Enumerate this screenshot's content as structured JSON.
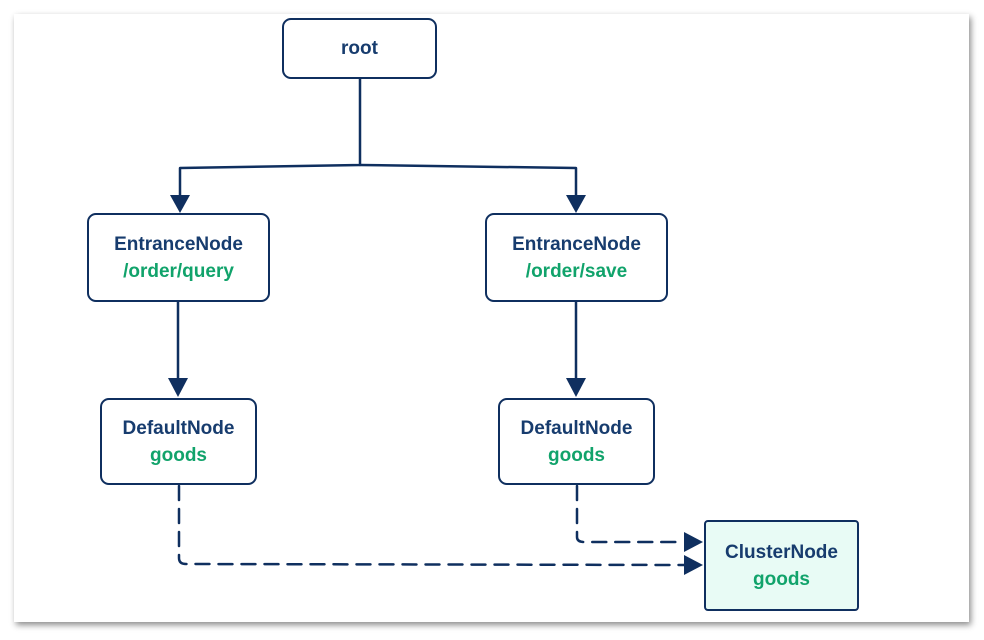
{
  "diagram": {
    "nodes": {
      "root": {
        "title": "root"
      },
      "entrance_query": {
        "title": "EntranceNode",
        "subtitle": "/order/query"
      },
      "entrance_save": {
        "title": "EntranceNode",
        "subtitle": "/order/save"
      },
      "default_left": {
        "title": "DefaultNode",
        "subtitle": "goods"
      },
      "default_right": {
        "title": "DefaultNode",
        "subtitle": "goods"
      },
      "cluster": {
        "title": "ClusterNode",
        "subtitle": "goods"
      }
    },
    "edges": [
      {
        "from": "root",
        "to": "entrance_query",
        "style": "solid"
      },
      {
        "from": "root",
        "to": "entrance_save",
        "style": "solid"
      },
      {
        "from": "entrance_query",
        "to": "default_left",
        "style": "solid"
      },
      {
        "from": "entrance_save",
        "to": "default_right",
        "style": "solid"
      },
      {
        "from": "default_left",
        "to": "cluster",
        "style": "dashed"
      },
      {
        "from": "default_right",
        "to": "cluster",
        "style": "dashed"
      }
    ],
    "colors": {
      "stroke": "#0f2f5f",
      "title_text": "#173c6e",
      "subtitle_text": "#11a36b",
      "cluster_fill": "#e8fbf5"
    }
  }
}
